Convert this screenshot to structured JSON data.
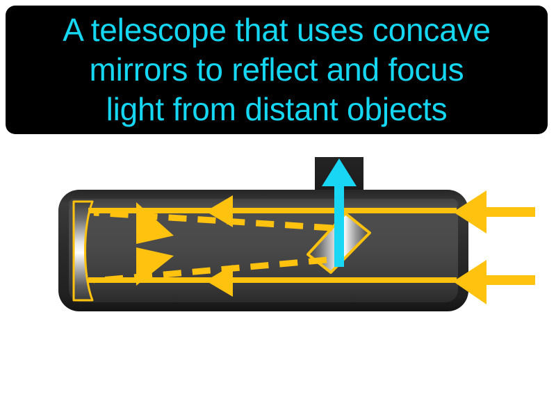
{
  "banner": {
    "definition_text": "A telescope that uses concave\nmirrors to reflect and focus\nlight from distant objects",
    "background_color": "#000000",
    "text_color": "#16d7f2"
  },
  "diagram": {
    "title": "reflecting-telescope-cross-section",
    "colors": {
      "light_ray_yellow": "#FFC20E",
      "eyepiece_ray_cyan": "#1ad6f5",
      "tube_outer_black": "#1c1c1c",
      "tube_inner_gray": "#484848",
      "mirror_silver_light": "#ffffff",
      "mirror_silver_dark": "#4a4a4a",
      "page_background": "#ffffff"
    },
    "parts": [
      {
        "name": "telescope-tube",
        "label": "Telescope tube"
      },
      {
        "name": "primary-concave-mirror",
        "label": "Concave primary mirror"
      },
      {
        "name": "secondary-flat-mirror",
        "label": "Angled secondary mirror"
      },
      {
        "name": "eyepiece-housing",
        "label": "Eyepiece"
      },
      {
        "name": "incoming-light-ray-top",
        "label": "Incoming light from distant object"
      },
      {
        "name": "incoming-light-ray-bottom",
        "label": "Incoming light from distant object"
      },
      {
        "name": "reflected-ray-top",
        "label": "Reflected converging ray"
      },
      {
        "name": "reflected-ray-bottom",
        "label": "Reflected converging ray"
      },
      {
        "name": "eyepiece-exit-ray",
        "label": "Focused light to eyepiece"
      }
    ]
  }
}
